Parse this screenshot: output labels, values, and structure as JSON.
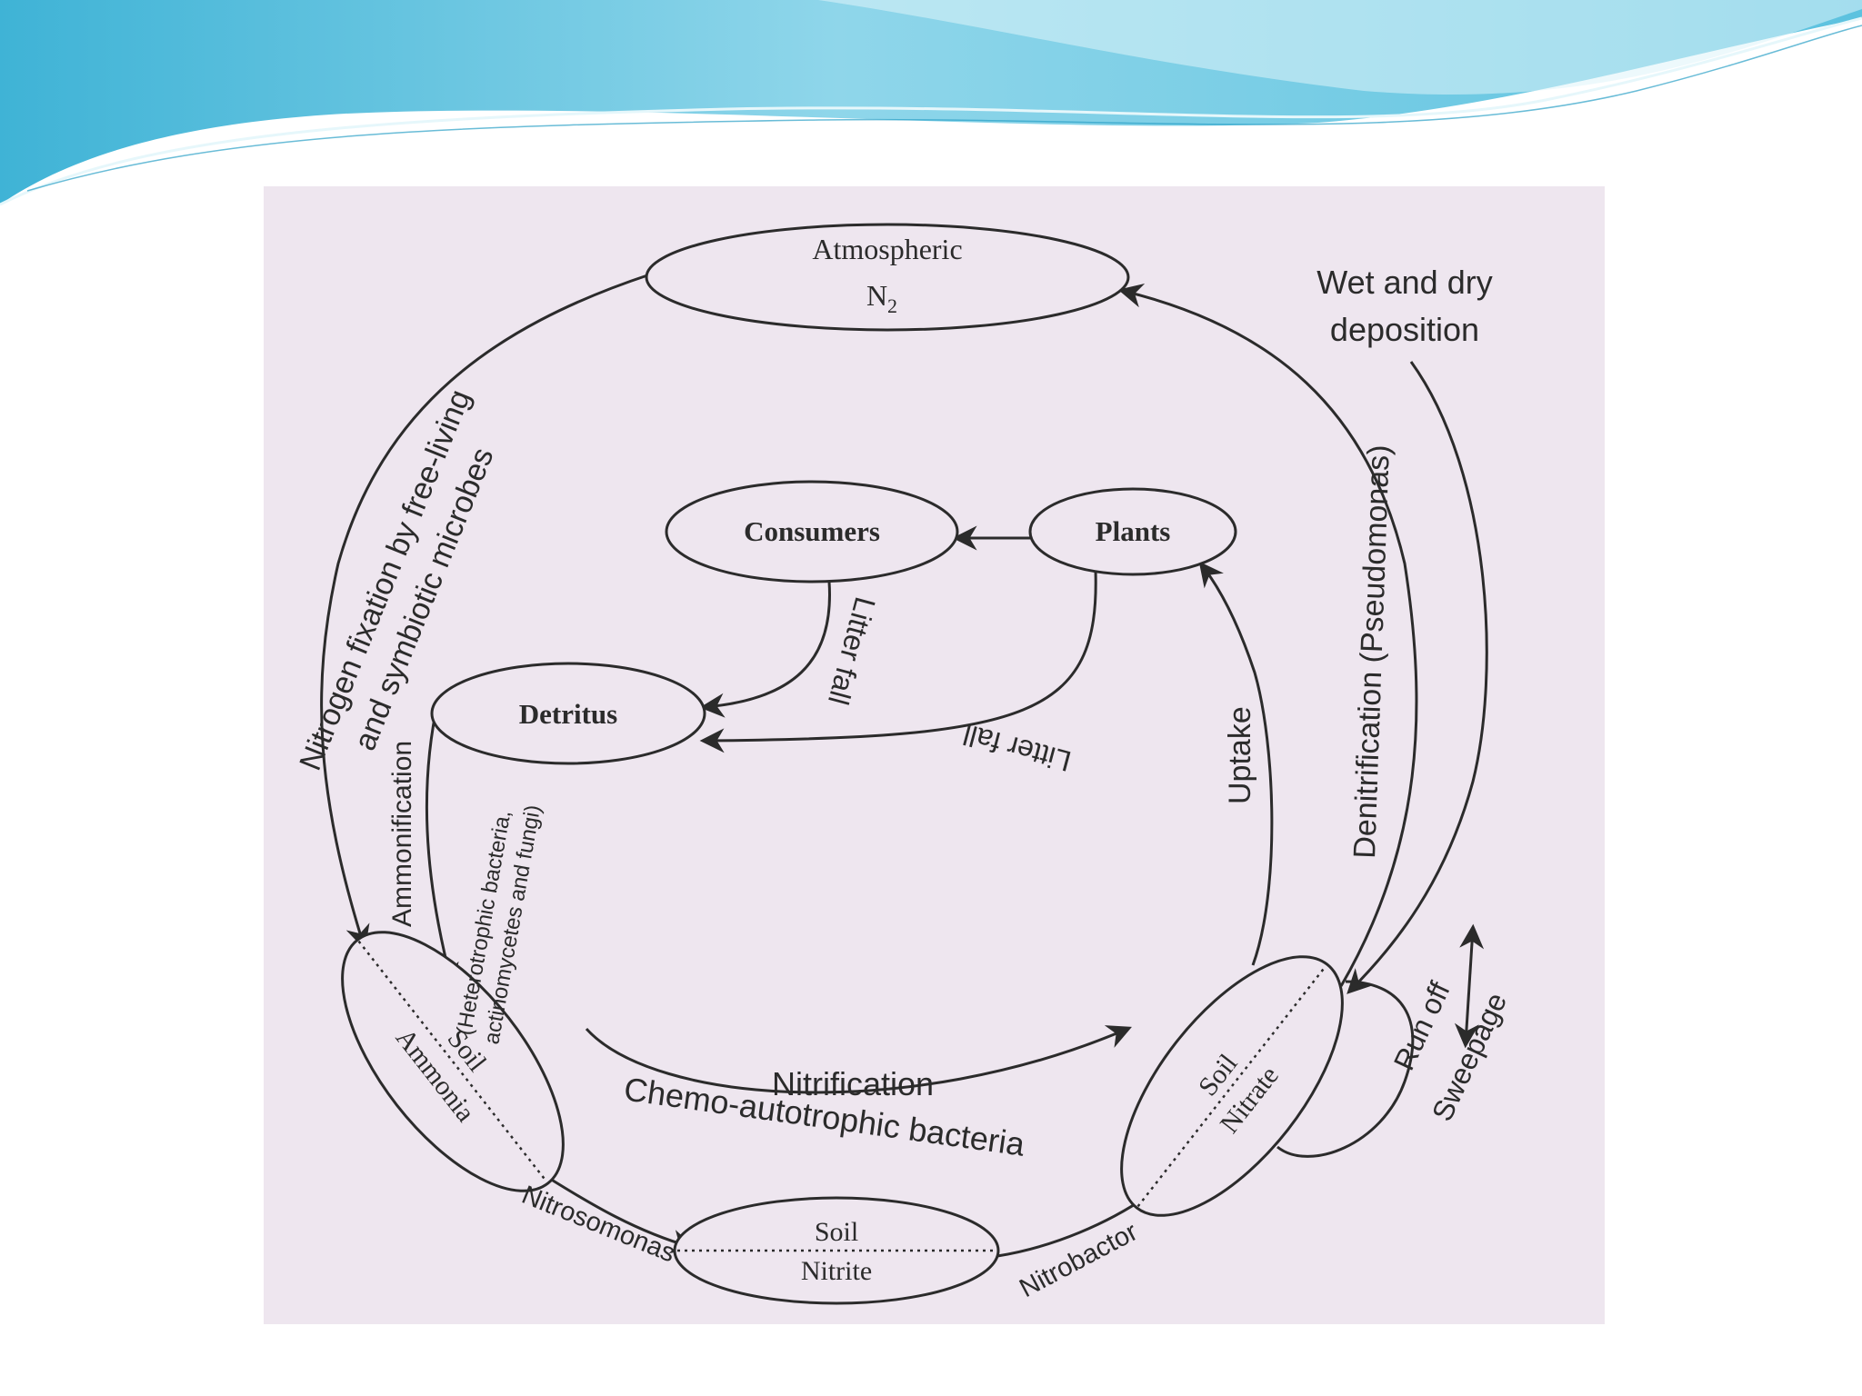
{
  "colors": {
    "slide_bg": "#ffffff",
    "banner_light": "#cdeef6",
    "banner_mid": "#7fd0e6",
    "banner_dark": "#3aa9cf",
    "diagram_bg": "#eee6ef",
    "ink": "#2b2b2b"
  },
  "nodes": {
    "atmospheric_line1": "Atmospheric",
    "atmospheric_line2": "N",
    "atmospheric_sub": "2",
    "consumers": "Consumers",
    "plants": "Plants",
    "detritus": "Detritus",
    "soil_ammonia_top": "Soil",
    "soil_ammonia_bottom": "Ammonia",
    "soil_nitrite_top": "Soil",
    "soil_nitrite_bottom": "Nitrite",
    "soil_nitrate_top": "Soil",
    "soil_nitrate_bottom": "Nitrate"
  },
  "labels": {
    "fixation_line1": "Nitrogen fixation by free-living",
    "fixation_line2": "and symbiotic microbes",
    "wet_dry_line1": "Wet and dry",
    "wet_dry_line2": "deposition",
    "denitrification": "Denitrification (Pseudomonas)",
    "uptake": "Uptake",
    "litter_fall_1": "Litter fall",
    "litter_fall_2": "Litter fall",
    "ammonification": "Ammonification",
    "heterotrophic_line1": "(Heterotrophic bacteria,",
    "heterotrophic_line2": "actinomycetes and fungi)",
    "nitrification": "Nitrification",
    "chemo": "Chemo-autotrophic bacteria",
    "nitrosomonas": "Nitrosomonas",
    "nitrobactor": "Nitrobactor",
    "run_off": "Run off",
    "sweepage": "Sweepage"
  }
}
